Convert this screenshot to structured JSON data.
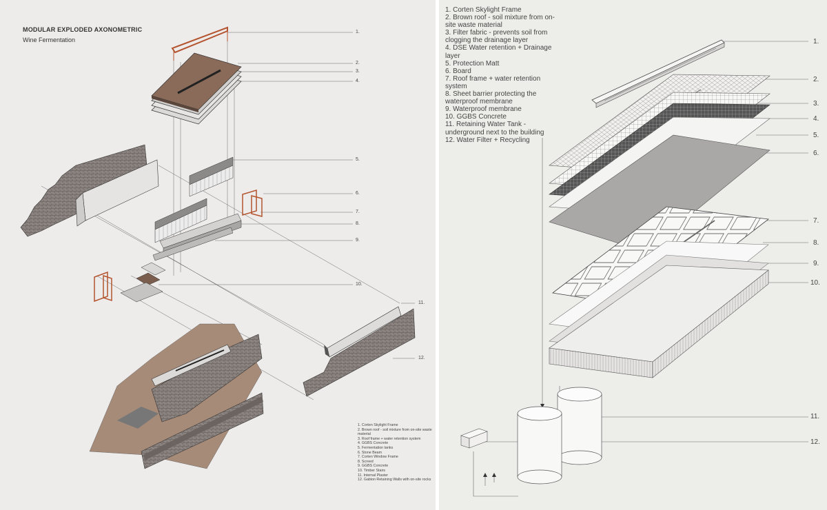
{
  "left": {
    "title": "MODULAR EXPLODED AXONOMETRIC",
    "subtitle": "Wine Fermentation",
    "callouts": [
      "1.",
      "2.",
      "3.",
      "4.",
      "5.",
      "6.",
      "7.",
      "8.",
      "9.",
      "10.",
      "11.",
      "12."
    ],
    "legend": [
      "1. Corten Skylight Frame",
      "2. Brown roof - soil mixture from on-site waste material",
      "3. Roof frame + water retention system",
      "4. GGBS Concrete",
      "5. Fermentation tanks",
      "6. Stone Beam",
      "7. Corten Window Frame",
      "8. Screed",
      "9. GGBS Concrete",
      "10. Timber Stairs",
      "11. Internal Plaster",
      "12. Gabion Retaining Walls with on-site rocks"
    ]
  },
  "right": {
    "callouts": [
      "1.",
      "2.",
      "3.",
      "4.",
      "5.",
      "6.",
      "7.",
      "8.",
      "9.",
      "10.",
      "11.",
      "12."
    ],
    "legend": [
      "1. Corten Skylight Frame",
      "2. Brown roof  - soil mixture from on-site waste material",
      "3. Filter fabric - prevents soil from clogging the drainage layer",
      "4. DSE Water retention + Drainage layer",
      "5. Protection Matt",
      "6. Board",
      "7. Roof frame + water retention system",
      "8. Sheet barrier protecting the waterproof membrane",
      "9. Waterproof membrane",
      "10. GGBS Concrete",
      "11. Retaining Water Tank - underground next to the building",
      "12. Water Filter + Recycling"
    ]
  },
  "colors": {
    "corten": "#b4542f",
    "soil": "#8a6a58",
    "gabion": "#7a7370",
    "concrete": "#c9c6c2",
    "line": "#555555"
  }
}
